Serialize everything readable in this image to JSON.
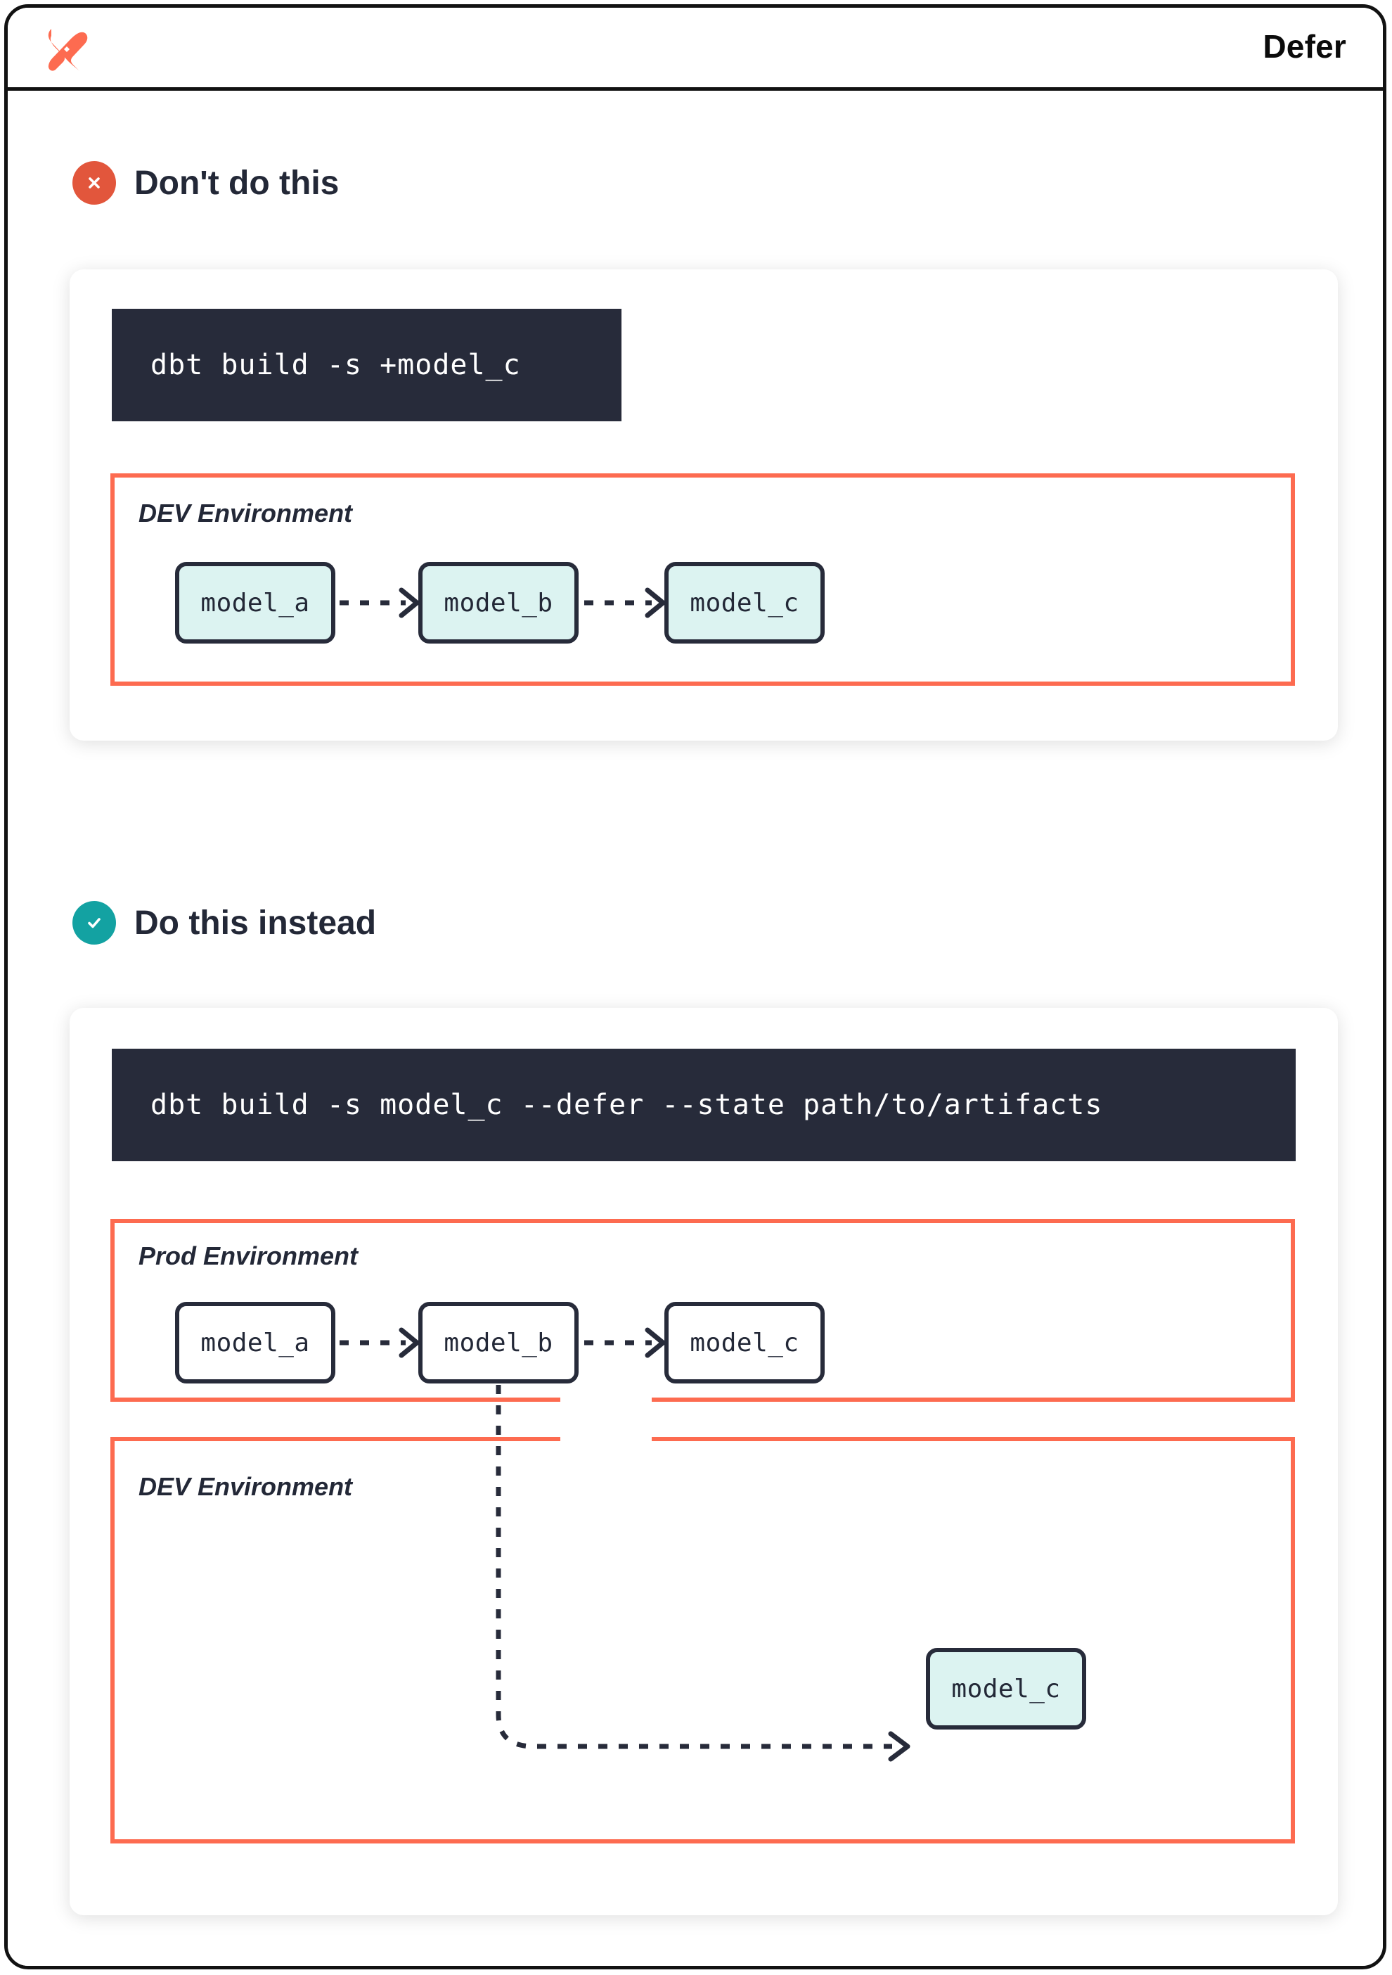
{
  "window": {
    "title": "Defer",
    "logo_icon": "dbt-logo-icon"
  },
  "sections": [
    {
      "id": "dont",
      "badge_icon": "x-circle-icon",
      "badge_color": "#e2563c",
      "title": "Don't do this",
      "command": "dbt build -s +model_c",
      "environments": [
        {
          "label": "DEV Environment",
          "nodes": [
            {
              "label": "model_a",
              "style": "filled"
            },
            {
              "label": "model_b",
              "style": "filled"
            },
            {
              "label": "model_c",
              "style": "filled"
            }
          ]
        }
      ]
    },
    {
      "id": "do",
      "badge_icon": "check-circle-icon",
      "badge_color": "#13a2a2",
      "title": "Do this instead",
      "command": "dbt build -s model_c --defer --state path/to/artifacts",
      "environments": [
        {
          "label": "Prod Environment",
          "nodes": [
            {
              "label": "model_a",
              "style": "plain"
            },
            {
              "label": "model_b",
              "style": "plain"
            },
            {
              "label": "model_c",
              "style": "plain"
            }
          ]
        },
        {
          "label": "DEV Environment",
          "nodes": [
            {
              "label": "model_c",
              "style": "filled"
            }
          ]
        }
      ]
    }
  ],
  "colors": {
    "accent_orange": "#fd6b50",
    "code_background": "#272b3a",
    "node_fill": "#dcf3f1",
    "node_border": "#272b3a",
    "text_dark": "#232837",
    "badge_bad": "#e2563c",
    "badge_good": "#13a2a2"
  }
}
